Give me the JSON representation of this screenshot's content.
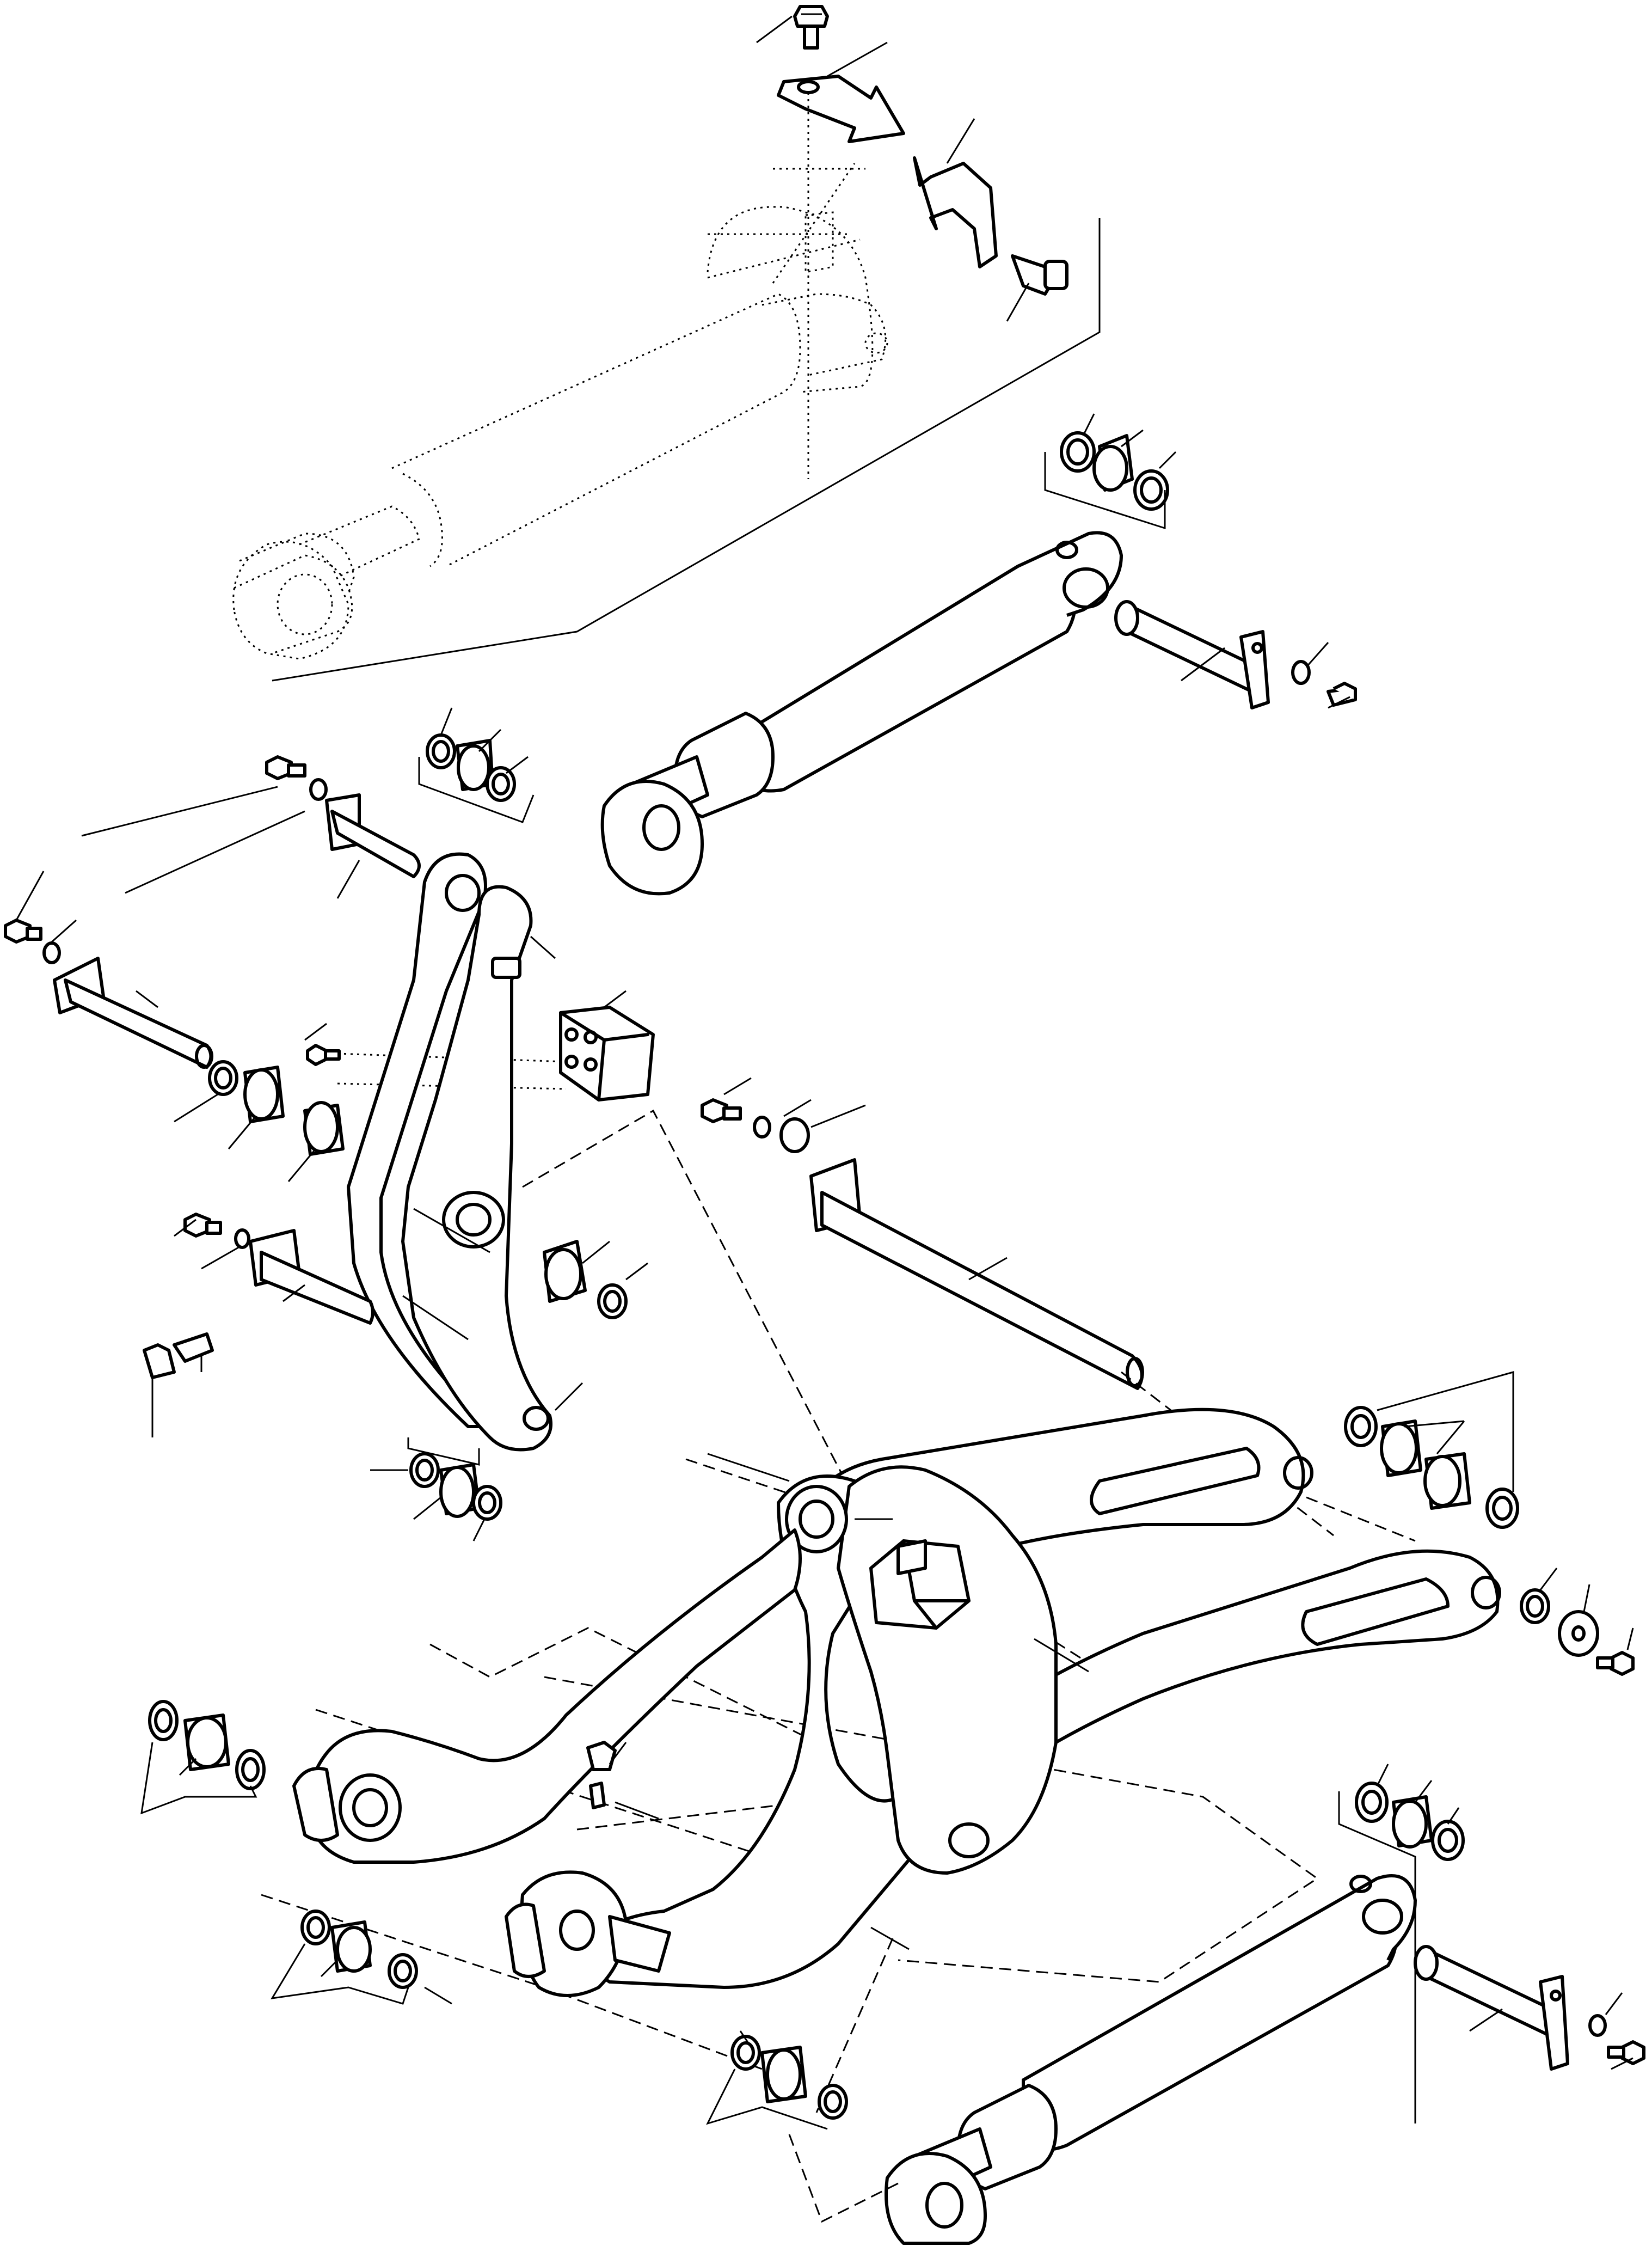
{
  "drawing": {
    "title": "",
    "kind": "exploded parts diagram",
    "line_color": "#000000",
    "background_color": "#ffffff",
    "groups": [
      "boom-arm",
      "bellcrank-link",
      "lift-cylinder-upper-phantom",
      "lift-cylinder-middle",
      "lift-cylinder-lower",
      "retaining-pins",
      "bushings-and-washers",
      "bolts",
      "bracket-plates",
      "grease-fittings"
    ]
  }
}
